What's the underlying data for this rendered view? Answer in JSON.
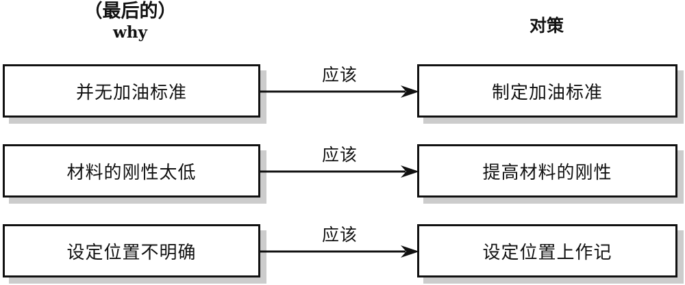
{
  "headers": {
    "left": {
      "line1": "（最后的）",
      "line2": "why"
    },
    "right": {
      "line1": "对策"
    }
  },
  "rows": [
    {
      "cause": "并无加油标准",
      "arrow_label": "应该",
      "countermeasure": "制定加油标准"
    },
    {
      "cause": "材料的刚性太低",
      "arrow_label": "应该",
      "countermeasure": "提高材料的刚性"
    },
    {
      "cause": "设定位置不明确",
      "arrow_label": "应该",
      "countermeasure": "设定位置上作记"
    }
  ],
  "colors": {
    "stroke": "#111111",
    "box_fill": "#ffffff",
    "shadow": "#cccccc",
    "background": "#ffffff"
  }
}
